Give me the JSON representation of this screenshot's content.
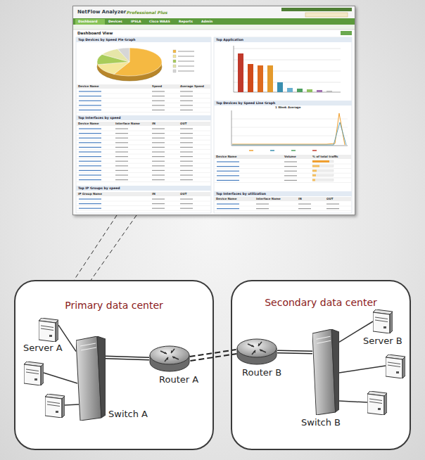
{
  "diagram": {
    "nodes": [
      {
        "text": [
          "Primary data center"
        ]
      },
      {
        "text": [
          "Server A"
        ],
        "in": 0
      },
      {
        "text": [
          "Switch A"
        ],
        "in": 0
      },
      {
        "text": [
          "Router A"
        ],
        "in": 0
      },
      {
        "text": [
          "Secondary data center"
        ]
      },
      {
        "text": [
          "Router B"
        ],
        "in": 4
      },
      {
        "text": [
          "Switch B"
        ],
        "in": 4
      },
      {
        "text": [
          "Server B"
        ],
        "in": 4
      }
    ],
    "edges": [
      {
        "from": 1,
        "to": 2,
        "arrow": "none"
      },
      {
        "from": 2,
        "to": 3,
        "arrow": "none"
      },
      {
        "from": 3,
        "to": 5,
        "arrow": "none"
      },
      {
        "from": 5,
        "to": 6,
        "arrow": "none"
      },
      {
        "from": 6,
        "to": 7,
        "arrow": "none"
      }
    ],
    "labels": [
      "NetFlow Analyzer",
      "Professional Plus",
      "Dashboard",
      "Devices",
      "IPSLA",
      "Cisco WAAS",
      "Reports",
      "Admin",
      "Dashboard View",
      "Top Devices by Speed Pie Graph",
      "Top Application",
      "Device Name",
      "Speed",
      "Average Speed",
      "Top Devices by Speed Line Graph",
      "1 Week Average",
      "Top Interfaces by speed",
      "Device Name",
      "Interface Name",
      "IN",
      "OUT",
      "Device Name",
      "Volume",
      "% of total traffic",
      "Top IP Groups by speed",
      "IP Group Name",
      "IN",
      "OUT",
      "Top Interfaces by utilization",
      "Device Name",
      "Interface Name",
      "IN",
      "OUT"
    ]
  }
}
